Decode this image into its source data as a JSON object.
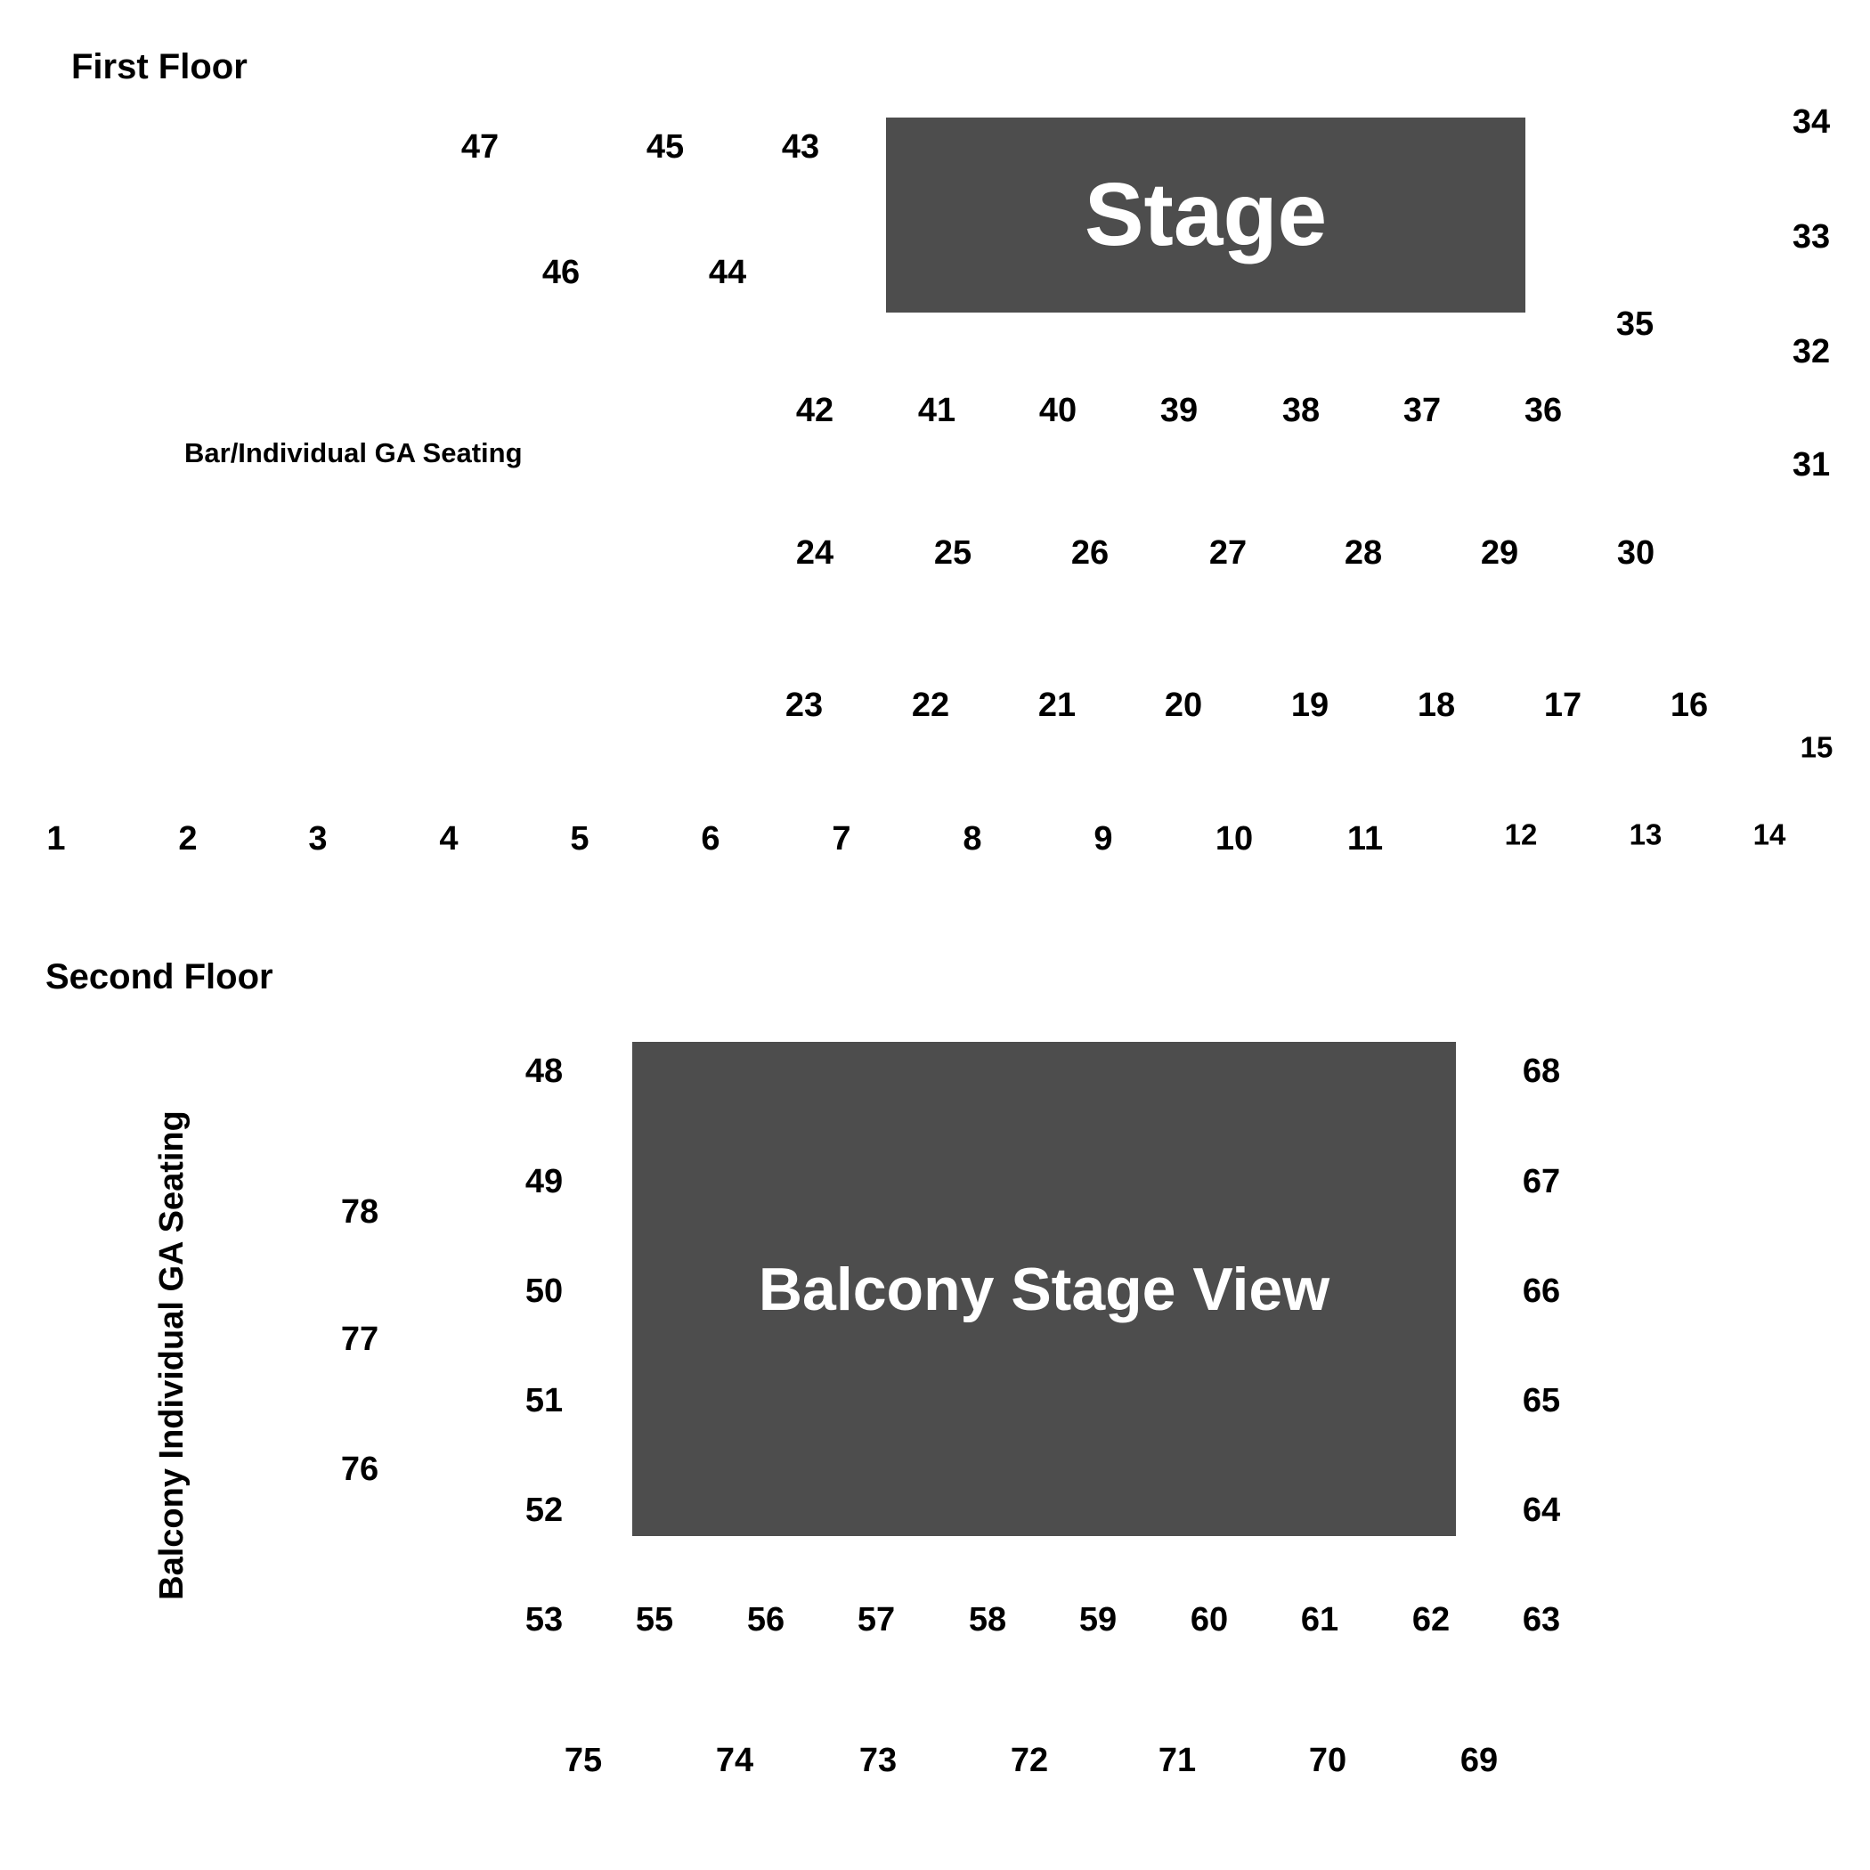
{
  "first_floor": {
    "title": "First Floor",
    "stage_label": "Stage",
    "bar_ga_label": "Bar/Individual GA Seating",
    "tables": [
      "1",
      "2",
      "3",
      "4",
      "5",
      "6",
      "7",
      "8",
      "9",
      "10",
      "11",
      "12",
      "13",
      "14",
      "15",
      "16",
      "17",
      "18",
      "19",
      "20",
      "21",
      "22",
      "23",
      "24",
      "25",
      "26",
      "27",
      "28",
      "29",
      "30",
      "31",
      "32",
      "33",
      "34",
      "35",
      "36",
      "37",
      "38",
      "39",
      "40",
      "41",
      "42",
      "43",
      "44",
      "45",
      "46",
      "47"
    ]
  },
  "second_floor": {
    "title": "Second Floor",
    "balcony_view_label": "Balcony Stage View",
    "balcony_ga_label": "Balcony Individual GA Seating",
    "tables": [
      "48",
      "49",
      "50",
      "51",
      "52",
      "53",
      "55",
      "56",
      "57",
      "58",
      "59",
      "60",
      "61",
      "62",
      "63",
      "64",
      "65",
      "66",
      "67",
      "68",
      "69",
      "70",
      "71",
      "72",
      "73",
      "74",
      "75",
      "76",
      "77",
      "78"
    ]
  },
  "colors": {
    "block_fill": "#4d4d4d",
    "block_text": "#ffffff",
    "label_text": "#000000",
    "background": "#ffffff"
  }
}
